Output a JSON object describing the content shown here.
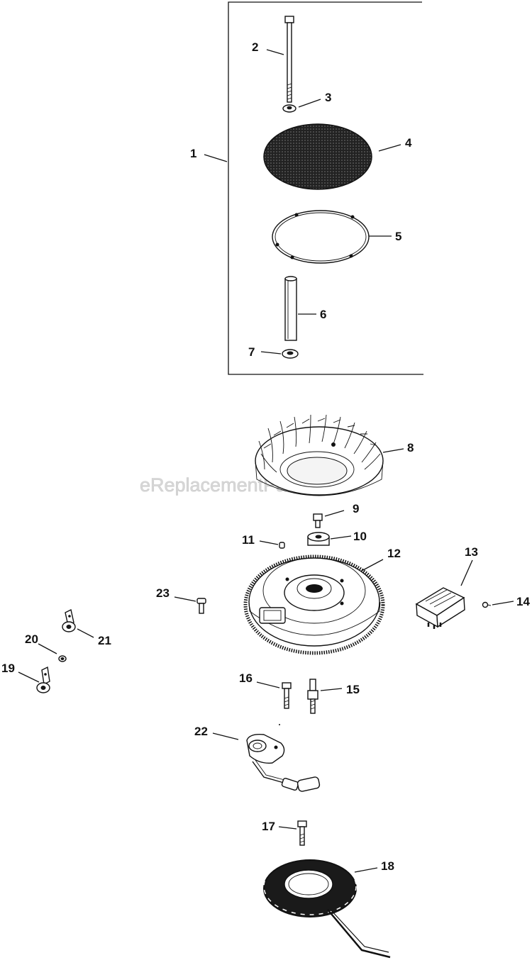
{
  "watermark": "eReplacementParts.com",
  "callouts": {
    "c1": "1",
    "c2": "2",
    "c3": "3",
    "c4": "4",
    "c5": "5",
    "c6": "6",
    "c7": "7",
    "c8": "8",
    "c9": "9",
    "c10": "10",
    "c11": "11",
    "c12": "12",
    "c13": "13",
    "c14": "14",
    "c15": "15",
    "c16": "16",
    "c17": "17",
    "c18": "18",
    "c19": "19",
    "c20": "20",
    "c21": "21",
    "c22": "22",
    "c23": "23"
  }
}
